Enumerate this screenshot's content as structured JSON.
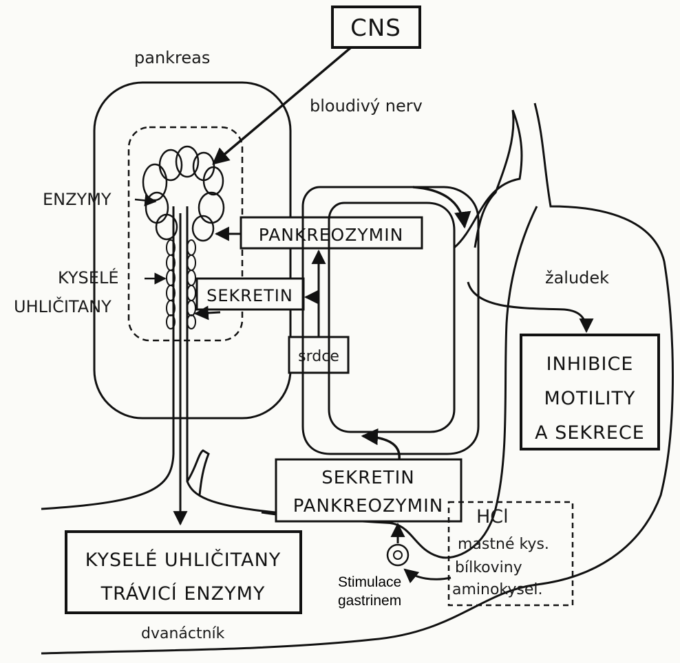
{
  "labels": {
    "cns": "CNS",
    "pankreas": "pankreas",
    "bloudivy_nerv": "bloudivý nerv",
    "enzymy": "ENZYMY",
    "kysele": "KYSELÉ",
    "uhlicitany": "UHLIČITANY",
    "pankreozymin": "PANKREOZYMIN",
    "sekretin": "SEKRETIN",
    "srdce": "srdce",
    "zaludek": "žaludek",
    "inhibice_1": "INHIBICE",
    "inhibice_2": "MOTILITY",
    "inhibice_3": "A SEKRECE",
    "sp_line1": "SEKRETIN",
    "sp_line2": "PANKREOZYMIN",
    "hcl": "HCl",
    "mastne": "mastné kys.",
    "bilkoviny": "bílkoviny",
    "aminokysel": "aminokysel.",
    "result_1": "KYSELÉ UHLIČITANY",
    "result_2": "TRÁVICÍ ENZYMY",
    "dvanactnik": "dvanáctník",
    "stimulace_1": "Stimulace",
    "stimulace_2": "gastrinem"
  },
  "colors": {
    "ink": "#111111",
    "paper": "#fbfbf8"
  }
}
